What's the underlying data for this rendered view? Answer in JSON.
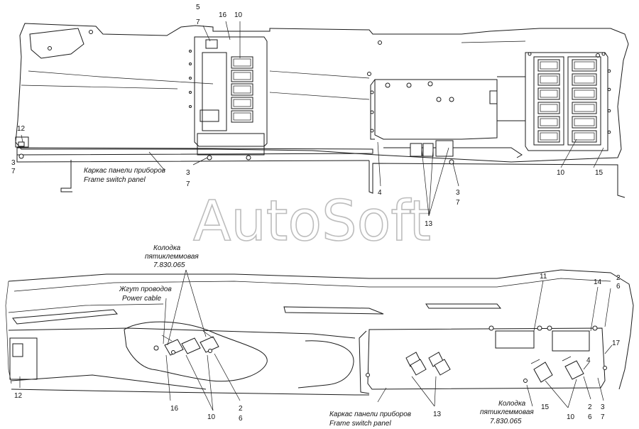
{
  "watermark": "AutoSoft",
  "top_view": {
    "caption_ru": "Каркас панели приборов",
    "caption_en": "Frame switch panel",
    "callouts": {
      "c5": "5",
      "c7a": "7",
      "c16": "16",
      "c10a": "10",
      "c12": "12",
      "c3a": "3",
      "c7b": "7",
      "c3b": "3",
      "c7c": "7",
      "c4": "4",
      "c13": "13",
      "c3c": "3",
      "c7d": "7",
      "c10b": "10",
      "c15": "15"
    }
  },
  "bottom_view": {
    "connector_ru_1": "Колодка",
    "connector_ru_2": "пятиклеммовая",
    "connector_code": "7.830.065",
    "harness_ru": "Жгут проводов",
    "harness_en": "Power cable",
    "caption_ru": "Каркас панели приборов",
    "caption_en": "Frame switch panel",
    "connector2_ru_1": "Колодка",
    "connector2_ru_2": "пятиклеммовая",
    "connector2_code": "7.830.065",
    "callouts": {
      "c11": "11",
      "c14": "14",
      "c2a": "2",
      "c6a": "6",
      "c17": "17",
      "c12": "12",
      "c16": "16",
      "c10a": "10",
      "c2b": "2",
      "c6b": "6",
      "c13": "13",
      "c15": "15",
      "c10b": "10",
      "c2c": "2",
      "c6c": "6",
      "c3": "3",
      "c7": "7",
      "c4": "4"
    }
  }
}
